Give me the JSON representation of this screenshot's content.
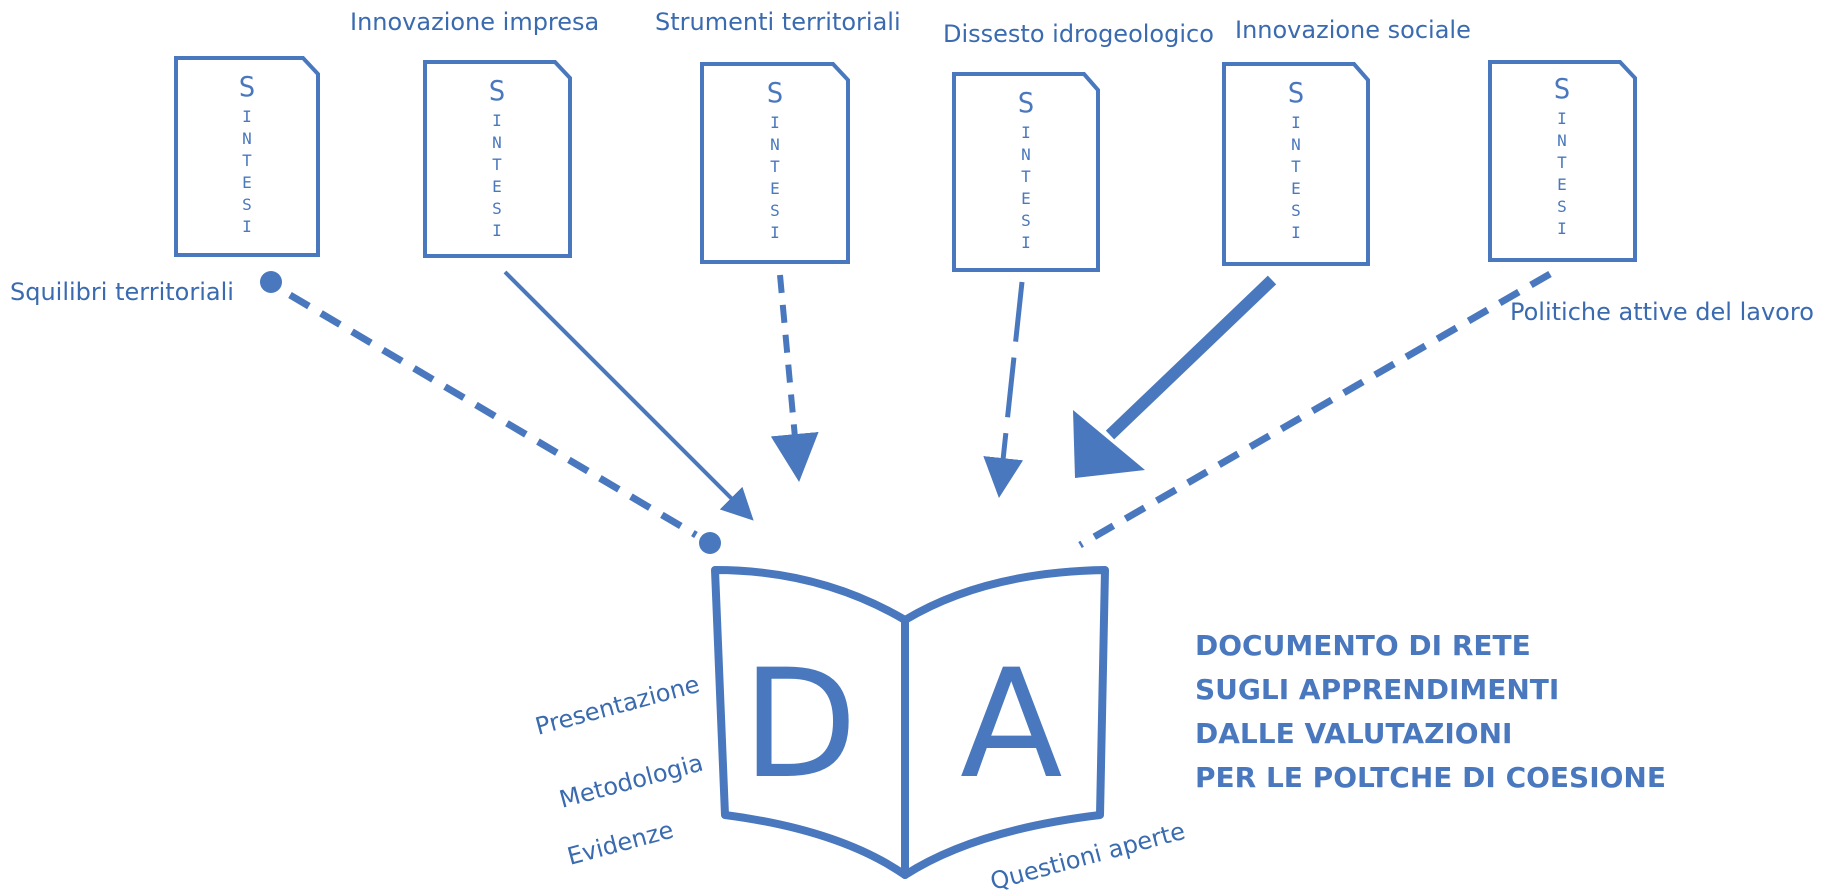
{
  "sources": [
    {
      "label": "Squilibri territoriali",
      "letters": [
        "S",
        "I",
        "N",
        "T",
        "E",
        "S",
        "I"
      ]
    },
    {
      "label": "Innovazione impresa",
      "letters": [
        "S",
        "I",
        "N",
        "T",
        "E",
        "S",
        "I"
      ]
    },
    {
      "label": "Strumenti territoriali",
      "letters": [
        "S",
        "I",
        "N",
        "T",
        "E",
        "S",
        "I"
      ]
    },
    {
      "label": "Dissesto idrogeologico",
      "letters": [
        "S",
        "I",
        "N",
        "T",
        "E",
        "S",
        "I"
      ]
    },
    {
      "label": "Innovazione sociale",
      "letters": [
        "S",
        "I",
        "N",
        "T",
        "E",
        "S",
        "I"
      ]
    },
    {
      "label": "Politiche attive del lavoro",
      "letters": [
        "S",
        "I",
        "N",
        "T",
        "E",
        "S",
        "I"
      ]
    }
  ],
  "book": {
    "left_letter": "D",
    "right_letter": "A",
    "side_labels": [
      "Presentazione",
      "Metodologia",
      "Evidenze",
      "Questioni aperte"
    ]
  },
  "title_lines": [
    "DOCUMENTO DI RETE",
    "SUGLI  APPRENDIMENTI",
    "DALLE VALUTAZIONI",
    "PER LE POLTCHE DI COESIONE"
  ],
  "colors": {
    "accent": "#4A78BE",
    "text": "#3A6BB0"
  }
}
